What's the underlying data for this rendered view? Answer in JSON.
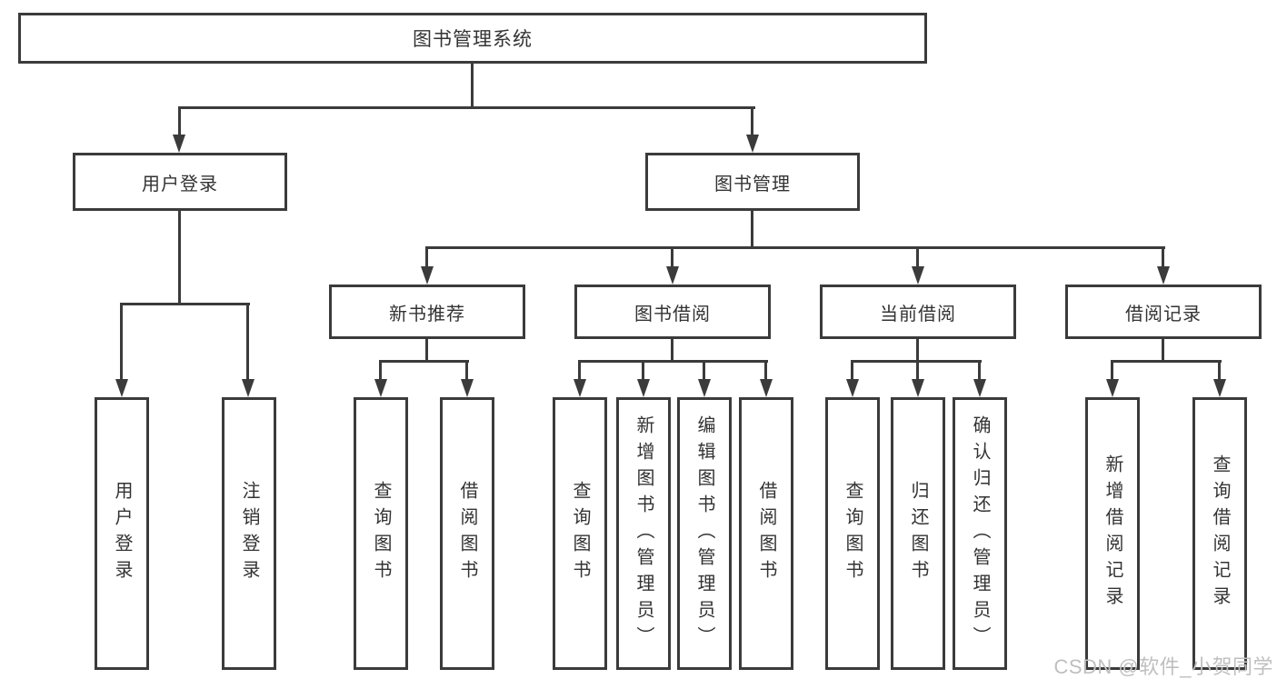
{
  "tree": {
    "label": "图书管理系统",
    "children": [
      {
        "label": "用户登录",
        "children": [
          {
            "label": "用户登录"
          },
          {
            "label": "注销登录"
          }
        ]
      },
      {
        "label": "图书管理",
        "children": [
          {
            "label": "新书推荐",
            "children": [
              {
                "label": "查询图书"
              },
              {
                "label": "借阅图书"
              }
            ]
          },
          {
            "label": "图书借阅",
            "children": [
              {
                "label": "查询图书"
              },
              {
                "label": "新增图书（管理员）"
              },
              {
                "label": "编辑图书（管理员）"
              },
              {
                "label": "借阅图书"
              }
            ]
          },
          {
            "label": "当前借阅",
            "children": [
              {
                "label": "查询图书"
              },
              {
                "label": "归还图书"
              },
              {
                "label": "确认归还（管理员）"
              }
            ]
          },
          {
            "label": "借阅记录",
            "children": [
              {
                "label": "新增借阅记录"
              },
              {
                "label": "查询借阅记录"
              }
            ]
          }
        ]
      }
    ]
  },
  "watermark": "CSDN @软件_小贺同学",
  "colors": {
    "line": "#3b3b3b",
    "text": "#333333",
    "watermark": "#bfbfbf",
    "background": "#ffffff"
  }
}
